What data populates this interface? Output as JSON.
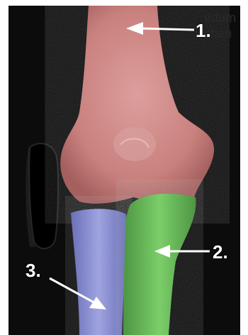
{
  "image": {
    "subject": "elbow x-ray with colored bones",
    "background_color": "#0c0c0c",
    "bone_colors": {
      "humerus": "#d88a8a",
      "ulna": "#6fc25f",
      "radius": "#8d92d8"
    }
  },
  "labels": [
    {
      "text": "1.",
      "target": "humerus"
    },
    {
      "text": "2.",
      "target": "ulna"
    },
    {
      "text": "3.",
      "target": "radius"
    }
  ],
  "ghost_text": [
    "edum",
    "chen"
  ]
}
